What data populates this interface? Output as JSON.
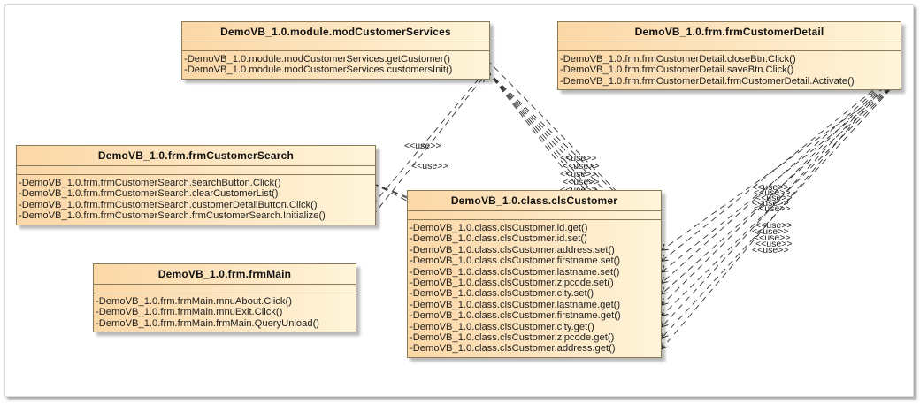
{
  "diagram": {
    "type": "UML class diagram",
    "stereotype": "<<use>>",
    "colors": {
      "box_fill_start": "#fbd7a6",
      "box_fill_end": "#fff5d9",
      "box_border": "#8a7a5a",
      "line": "#333333"
    },
    "classes": [
      {
        "id": "modCustomerServices",
        "name": "DemoVB_1.0.module.modCustomerServices",
        "operations": [
          "-DemoVB_1.0.module.modCustomerServices.getCustomer()",
          "-DemoVB_1.0.module.modCustomerServices.customersInit()"
        ]
      },
      {
        "id": "frmCustomerDetail",
        "name": "DemoVB_1.0.frm.frmCustomerDetail",
        "operations": [
          "-DemoVB_1.0.frm.frmCustomerDetail.closeBtn.Click()",
          "-DemoVB_1.0.frm.frmCustomerDetail.saveBtn.Click()",
          "-DemoVB_1.0.frm.frmCustomerDetail.frmCustomerDetail.Activate()"
        ]
      },
      {
        "id": "frmCustomerSearch",
        "name": "DemoVB_1.0.frm.frmCustomerSearch",
        "operations": [
          "-DemoVB_1.0.frm.frmCustomerSearch.searchButton.Click()",
          "-DemoVB_1.0.frm.frmCustomerSearch.clearCustomerList()",
          "-DemoVB_1.0.frm.frmCustomerSearch.customerDetailButton.Click()",
          "-DemoVB_1.0.frm.frmCustomerSearch.frmCustomerSearch.Initialize()"
        ]
      },
      {
        "id": "frmMain",
        "name": "DemoVB_1.0.frm.frmMain",
        "operations": [
          "-DemoVB_1.0.frm.frmMain.mnuAbout.Click()",
          "-DemoVB_1.0.frm.frmMain.mnuExit.Click()",
          "-DemoVB_1.0.frm.frmMain.frmMain.QueryUnload()"
        ]
      },
      {
        "id": "clsCustomer",
        "name": "DemoVB_1.0.class.clsCustomer",
        "operations": [
          "-DemoVB_1.0.class.clsCustomer.id.get()",
          "-DemoVB_1.0.class.clsCustomer.id.set()",
          "-DemoVB_1.0.class.clsCustomer.address.set()",
          "-DemoVB_1.0.class.clsCustomer.firstname.set()",
          "-DemoVB_1.0.class.clsCustomer.lastname.set()",
          "-DemoVB_1.0.class.clsCustomer.zipcode.set()",
          "-DemoVB_1.0.class.clsCustomer.city.set()",
          "-DemoVB_1.0.class.clsCustomer.lastname.get()",
          "-DemoVB_1.0.class.clsCustomer.firstname.get()",
          "-DemoVB_1.0.class.clsCustomer.city.get()",
          "-DemoVB_1.0.class.clsCustomer.zipcode.get()",
          "-DemoVB_1.0.class.clsCustomer.address.get()"
        ]
      }
    ]
  }
}
